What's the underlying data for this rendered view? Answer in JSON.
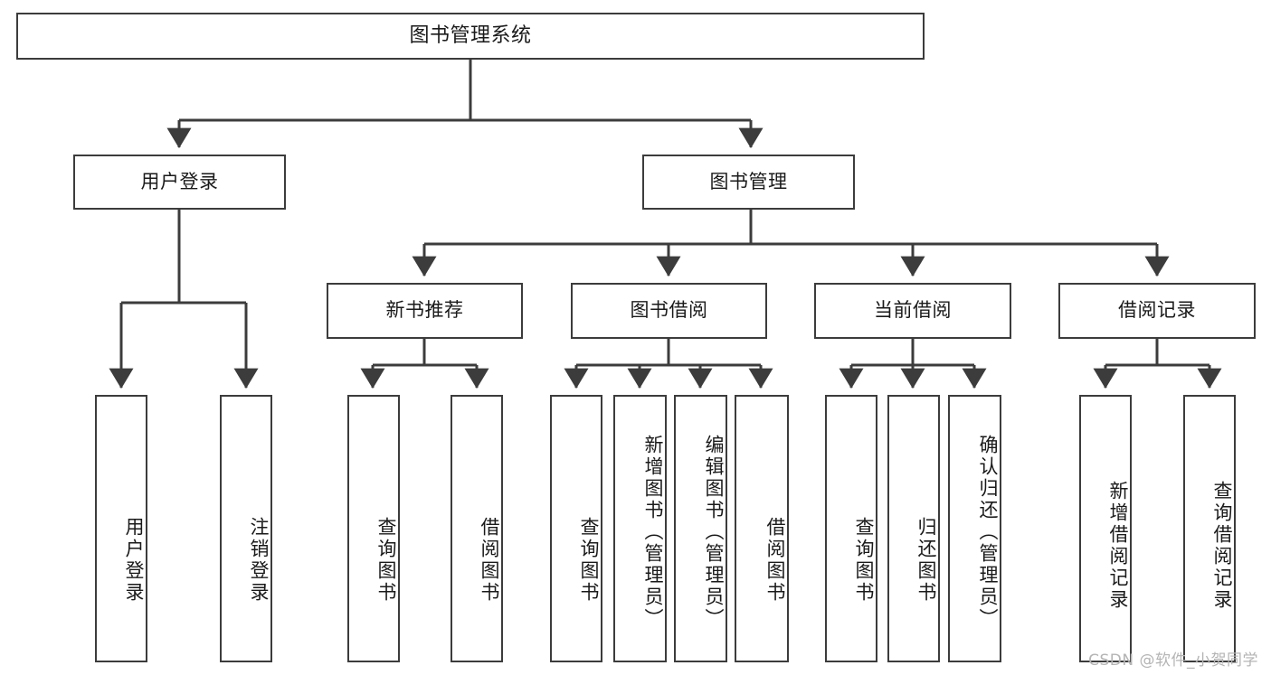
{
  "diagram": {
    "title": "图书管理系统",
    "type": "功能结构图",
    "stroke_color": "#3c3c3c",
    "text_color": "#1a1a1a",
    "background_color": "#ffffff",
    "root": {
      "id": "root",
      "label": "图书管理系统",
      "orientation": "horizontal"
    },
    "level2": [
      {
        "id": "user-login",
        "label": "用户登录",
        "orientation": "horizontal"
      },
      {
        "id": "book-manage",
        "label": "图书管理",
        "orientation": "horizontal"
      }
    ],
    "level3": [
      {
        "id": "new-book-recommend",
        "label": "新书推荐",
        "parent": "book-manage",
        "orientation": "horizontal"
      },
      {
        "id": "book-borrow",
        "label": "图书借阅",
        "parent": "book-manage",
        "orientation": "horizontal"
      },
      {
        "id": "current-borrow",
        "label": "当前借阅",
        "parent": "book-manage",
        "orientation": "horizontal"
      },
      {
        "id": "borrow-record",
        "label": "借阅记录",
        "parent": "book-manage",
        "orientation": "horizontal"
      }
    ],
    "leaves": [
      {
        "id": "leaf-user-login",
        "label": "用户登录",
        "parent": "user-login",
        "orientation": "vertical"
      },
      {
        "id": "leaf-logout-login",
        "label": "注销登录",
        "parent": "user-login",
        "orientation": "vertical"
      },
      {
        "id": "leaf-query-book-1",
        "label": "查询图书",
        "parent": "new-book-recommend",
        "orientation": "vertical"
      },
      {
        "id": "leaf-borrow-book-1",
        "label": "借阅图书",
        "parent": "new-book-recommend",
        "orientation": "vertical"
      },
      {
        "id": "leaf-query-book-2",
        "label": "查询图书",
        "parent": "book-borrow",
        "orientation": "vertical"
      },
      {
        "id": "leaf-add-book",
        "label": "新增图书（管理员）",
        "parent": "book-borrow",
        "orientation": "vertical"
      },
      {
        "id": "leaf-edit-book",
        "label": "编辑图书（管理员）",
        "parent": "book-borrow",
        "orientation": "vertical"
      },
      {
        "id": "leaf-borrow-book-2",
        "label": "借阅图书",
        "parent": "book-borrow",
        "orientation": "vertical"
      },
      {
        "id": "leaf-query-book-3",
        "label": "查询图书",
        "parent": "current-borrow",
        "orientation": "vertical"
      },
      {
        "id": "leaf-return-book",
        "label": "归还图书",
        "parent": "current-borrow",
        "orientation": "vertical"
      },
      {
        "id": "leaf-confirm-return",
        "label": "确认归还（管理员）",
        "parent": "current-borrow",
        "orientation": "vertical"
      },
      {
        "id": "leaf-add-record",
        "label": "新增借阅记录",
        "parent": "borrow-record",
        "orientation": "vertical"
      },
      {
        "id": "leaf-query-record",
        "label": "查询借阅记录",
        "parent": "borrow-record",
        "orientation": "vertical"
      }
    ],
    "watermark": "CSDN @软件_小贺同学"
  }
}
